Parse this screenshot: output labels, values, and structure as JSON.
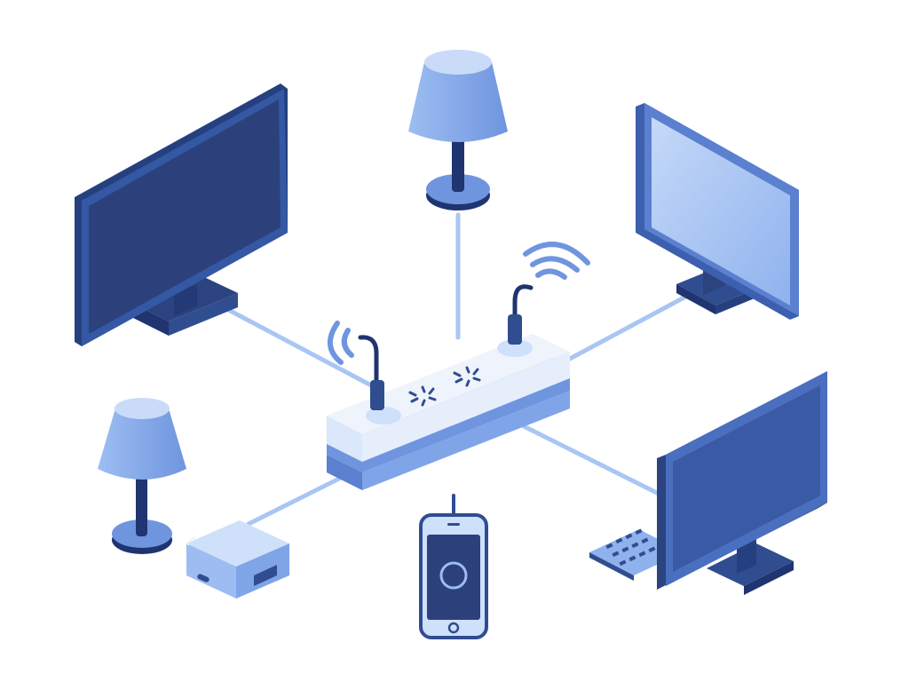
{
  "diagram": {
    "hub": "smart-power-strip",
    "devices": [
      {
        "name": "monitor-left",
        "kind": "monitor"
      },
      {
        "name": "table-lamp-top",
        "kind": "lamp"
      },
      {
        "name": "monitor-right",
        "kind": "monitor"
      },
      {
        "name": "table-lamp-left",
        "kind": "lamp"
      },
      {
        "name": "media-box",
        "kind": "streaming-box"
      },
      {
        "name": "smartphone",
        "kind": "phone"
      },
      {
        "name": "desktop-with-keyboard",
        "kind": "monitor"
      }
    ],
    "colors": {
      "background": "#ffffff",
      "navy": "#2f4d8f",
      "navy_dark": "#1f3470",
      "screen_dark": "#2c417c",
      "blue_mid": "#6f95df",
      "blue_light": "#9dbdf2",
      "blue_pale": "#cfe0fb",
      "connector_line": "#9fc0f2",
      "strip_top": "#eef3fc"
    }
  }
}
